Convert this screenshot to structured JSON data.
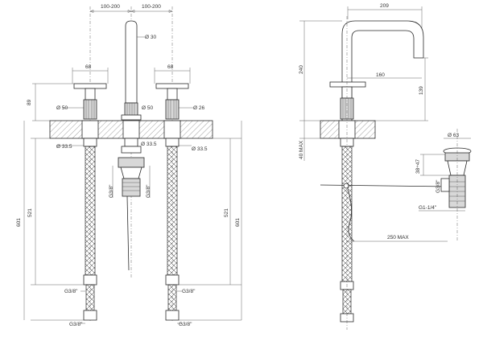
{
  "dims": {
    "spacing_left": "100-200",
    "spacing_right": "100-200",
    "spout_dia": "Ø 30",
    "handle_width_left": "68",
    "handle_width_right": "68",
    "height_89": "89",
    "handle_base_left": "Ø 50",
    "spout_base": "Ø 50",
    "handle_base_right": "Ø 26",
    "shank_left": "Ø 33.5",
    "spout_shank": "Ø 33.5",
    "shank_right": "Ø 33.5",
    "thread_waste_a": "G3/8\"",
    "thread_waste_b": "G3/8\"",
    "hose_left": "521",
    "total_left": "601",
    "hose_right": "521",
    "total_right": "601",
    "thread_hose_left_a": "G3/8\"",
    "thread_hose_right_a": "G3/8\"",
    "thread_hose_left_b": "G3/8\"",
    "thread_hose_right_b": "G3/8\"",
    "side_reach": "209",
    "side_height": "240",
    "side_handle": "160",
    "side_139": "139",
    "side_deck": "40 MAX",
    "side_rod": "250 MAX",
    "waste_dia": "Ø 63",
    "waste_range": "38÷47",
    "waste_thread": "G1-1/4\"",
    "waste_side_thread": "G3/8\""
  }
}
